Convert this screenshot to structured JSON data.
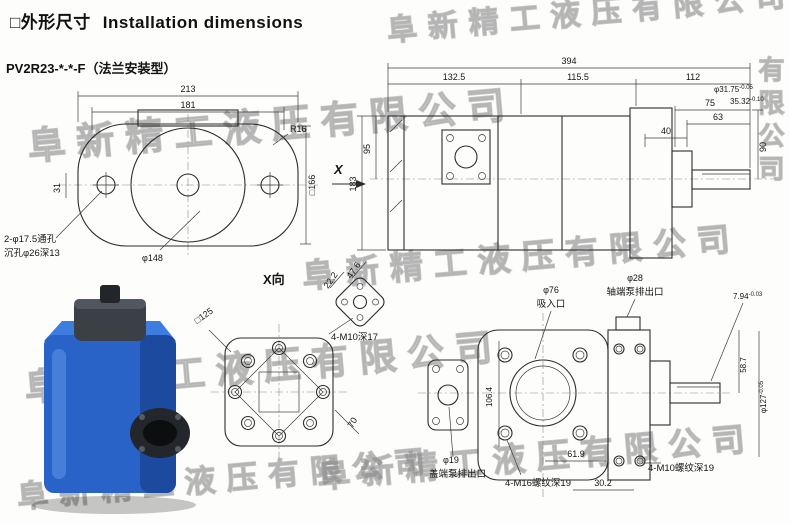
{
  "header": {
    "title_prefix": "□",
    "title_cn": "外形尺寸",
    "title_en": "Installation dimensions",
    "model": "PV2R23-*-*-F",
    "model_note": "（法兰安装型）"
  },
  "watermark": {
    "text": "阜新精工液压有限公司",
    "text_vertical": "有限公司"
  },
  "colors": {
    "pump_blue": "#2a63c8",
    "drawing_line": "#2c2c2c",
    "watermark_gray": "#8c8c8c"
  },
  "front_view": {
    "w213": "213",
    "w181": "181",
    "r16": "R16",
    "h31": "31",
    "sq166": "□166",
    "phi148": "φ148",
    "holes_line1": "2-φ17.5通孔",
    "holes_line2": "沉孔φ26深13"
  },
  "side_view": {
    "x_label": "X",
    "l394": "394",
    "l132_5": "132.5",
    "l115_5": "115.5",
    "l112": "112",
    "l75": "75",
    "l63": "63",
    "l40": "40",
    "h95": "95",
    "h183": "183",
    "h90": "90",
    "shaft_dia": "φ31.75",
    "shaft_dia_tol": "-0.05",
    "key_h": "35.32",
    "key_h_tol": "-0.10"
  },
  "x_view": {
    "label": "X向",
    "sq125": "□125",
    "d22_2": "22.2",
    "d47_6": "47.6",
    "thread": "4-M10深17",
    "d70": "70"
  },
  "rear_view": {
    "suction_dia": "φ76",
    "suction_label": "吸入口",
    "outlet_shaft_dia": "φ28",
    "outlet_shaft_label": "轴端泵排出口",
    "key_w": "7.94",
    "key_w_tol": "-0.03",
    "spigot_dia": "φ127",
    "spigot_tol": "-0.05",
    "d58_7": "58.7",
    "d106_4": "106.4",
    "d61_9": "61.9",
    "d30_2": "30.2",
    "outlet_cover_dia": "φ19",
    "outlet_cover_label": "盖端泵排出口",
    "thread_m16": "4-M16螺纹深19",
    "thread_m10": "4-M10螺纹深19"
  }
}
